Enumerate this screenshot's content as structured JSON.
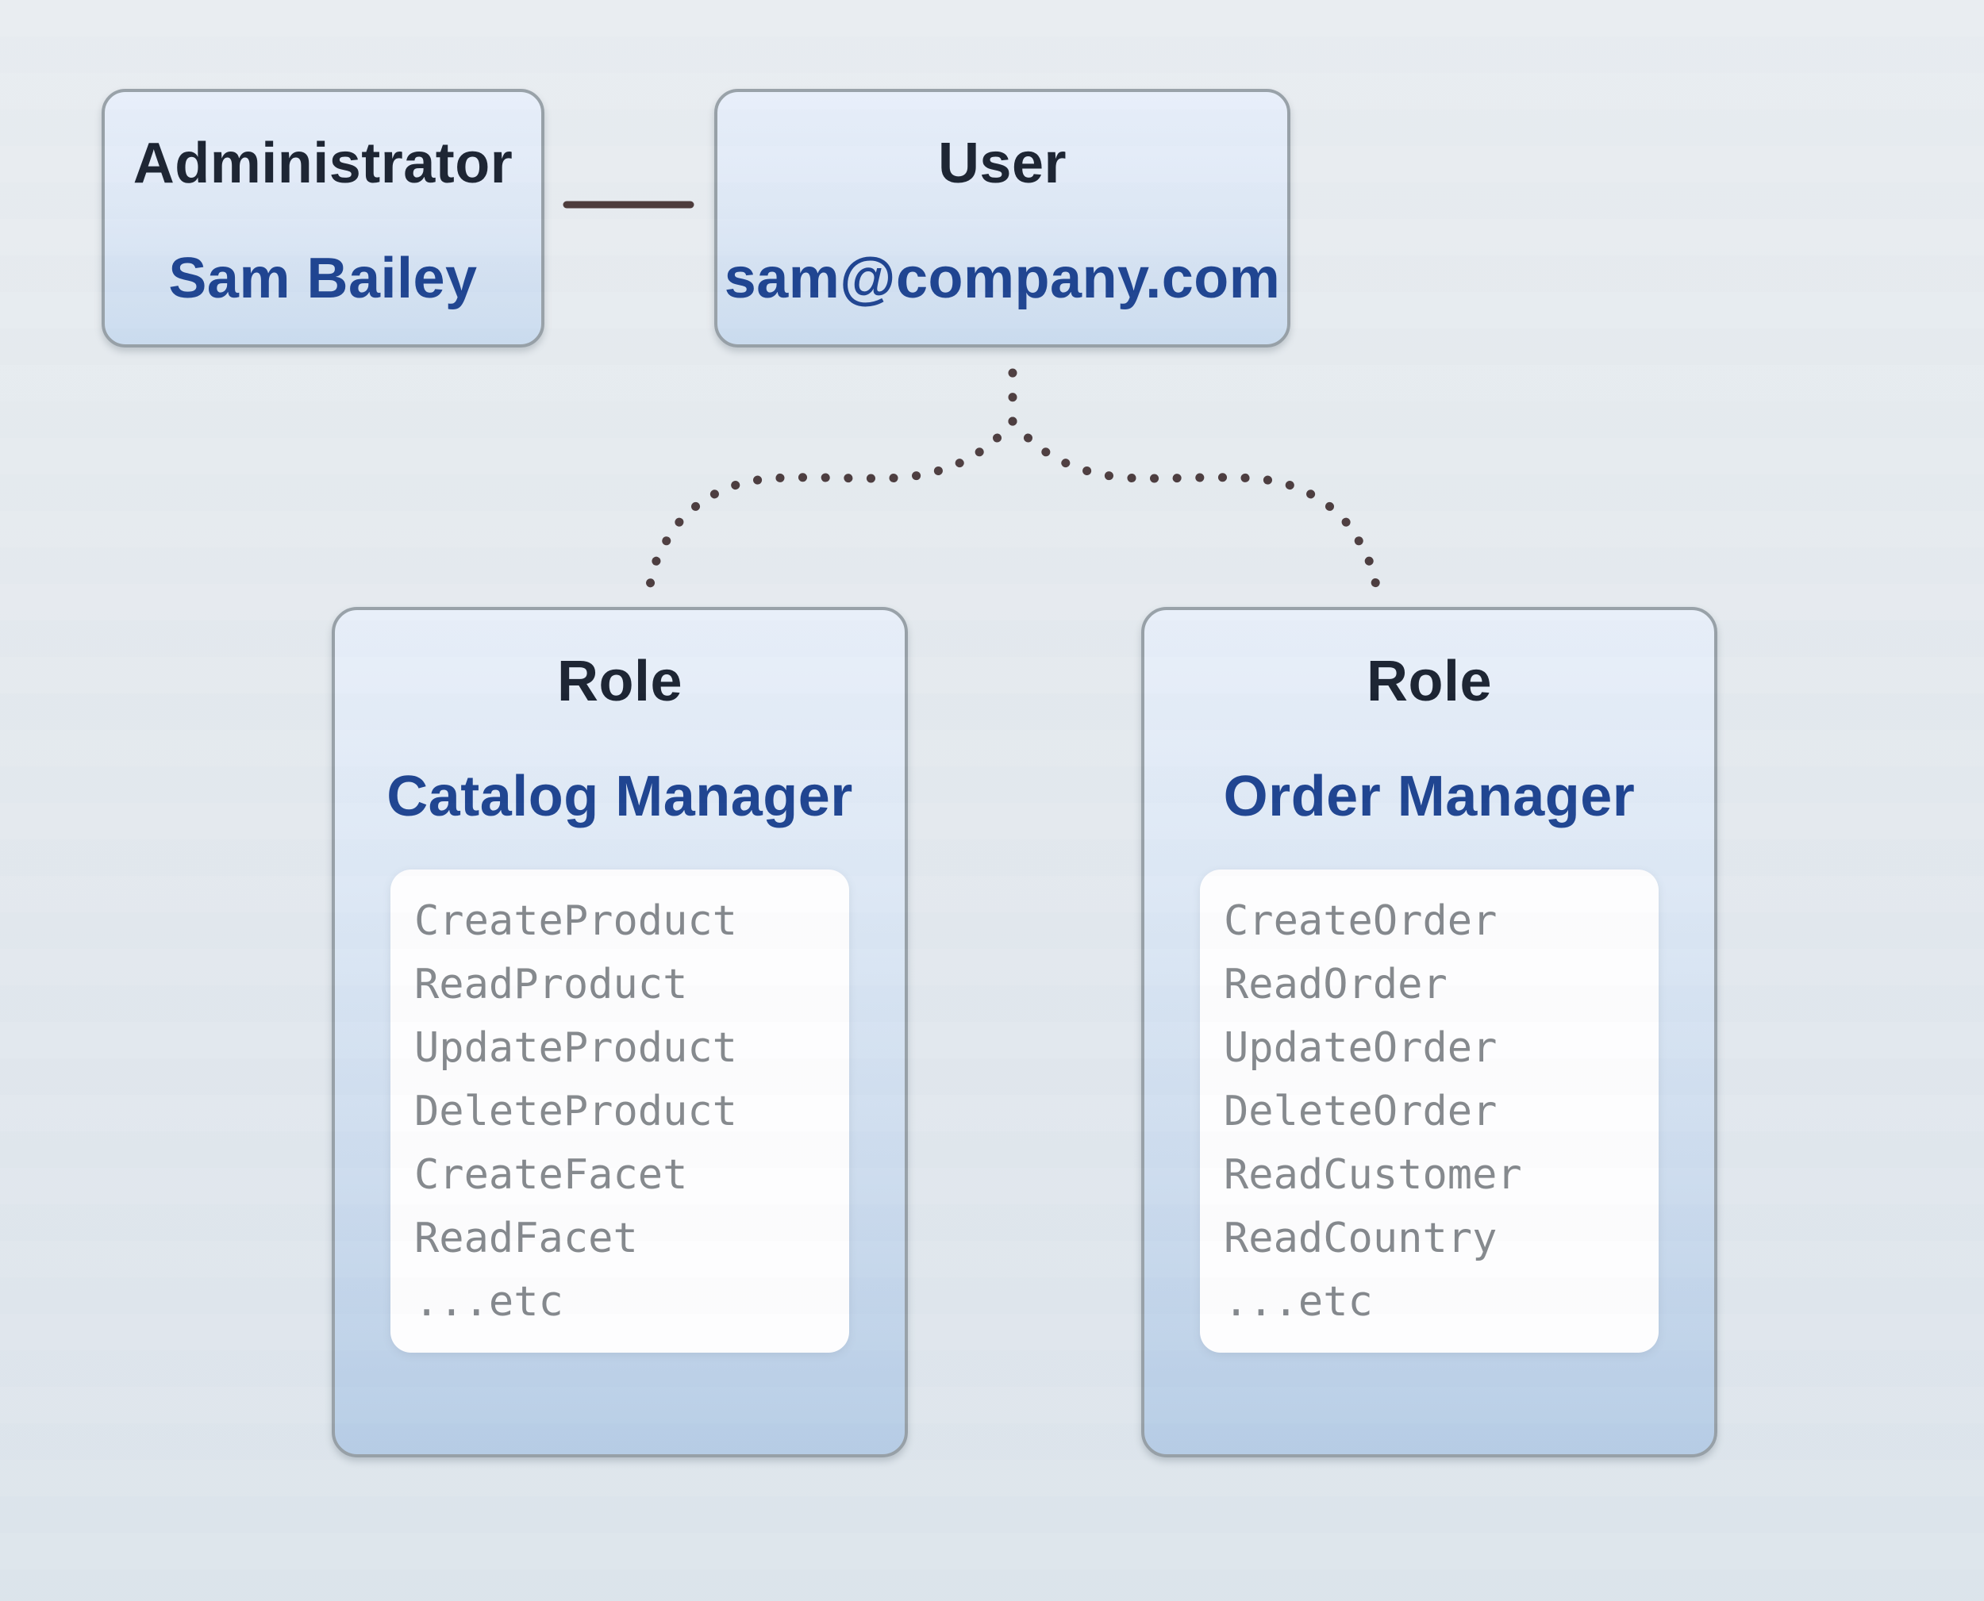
{
  "administrator": {
    "label": "Administrator",
    "name": "Sam Bailey"
  },
  "user": {
    "label": "User",
    "email": "sam@company.com"
  },
  "roles": [
    {
      "label": "Role",
      "name": "Catalog Manager",
      "permissions": [
        "CreateProduct",
        "ReadProduct",
        "UpdateProduct",
        "DeleteProduct",
        "CreateFacet",
        "ReadFacet",
        "...etc"
      ]
    },
    {
      "label": "Role",
      "name": "Order Manager",
      "permissions": [
        "CreateOrder",
        "ReadOrder",
        "UpdateOrder",
        "DeleteOrder",
        "ReadCustomer",
        "ReadCountry",
        "...etc"
      ]
    }
  ],
  "colors": {
    "heading_text": "#1a2230",
    "accent_blue_text": "#1e4390",
    "permission_text": "#84888c",
    "connector": "#4c3c3e",
    "box_border": "#97a0a7",
    "panel_background": "#fdfdfe"
  }
}
